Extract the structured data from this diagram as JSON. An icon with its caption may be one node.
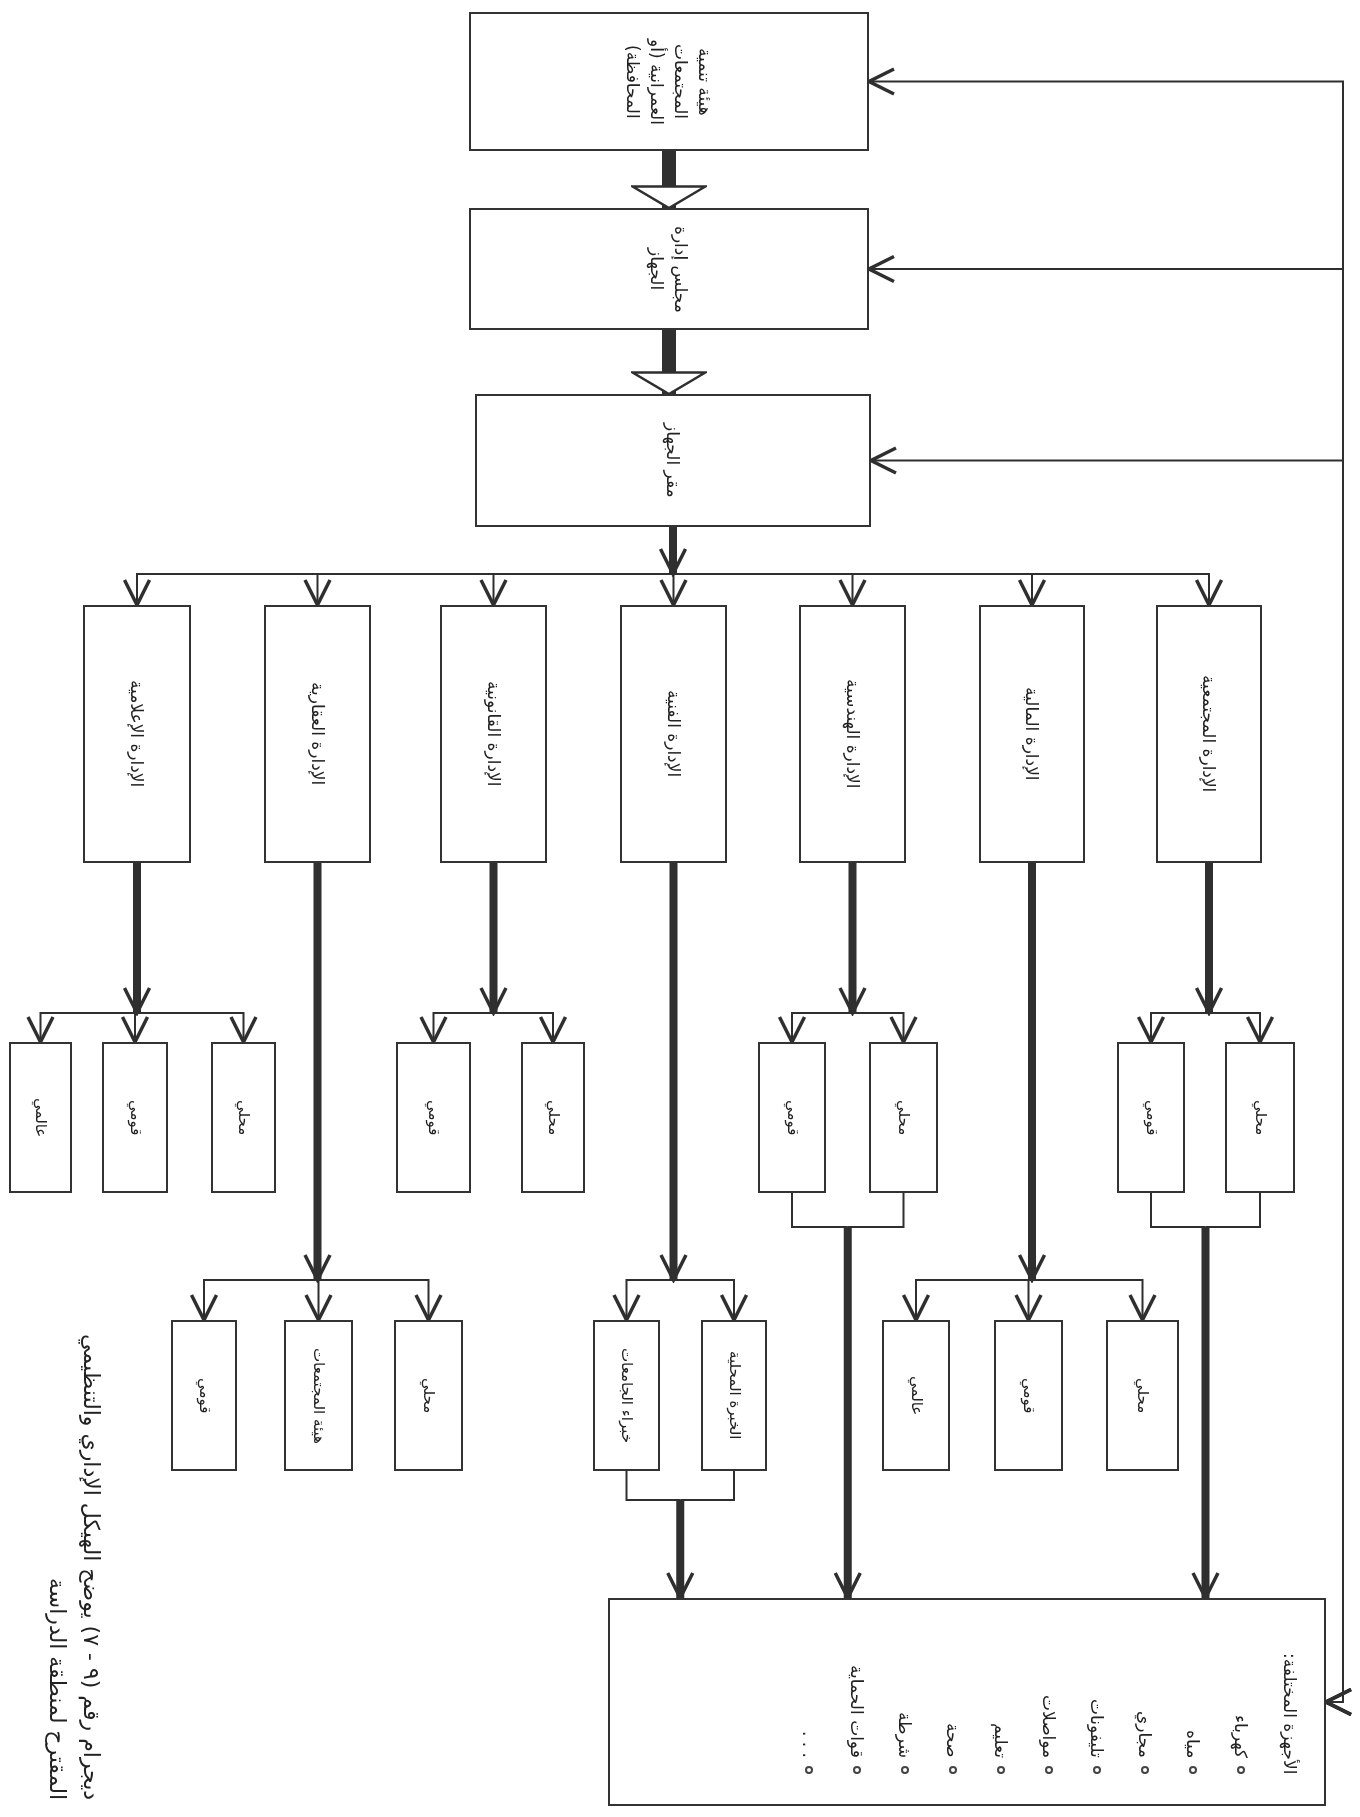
{
  "diagram": {
    "caption": "ديجرام رقم (٩ - ٧) يوضح الهيكل الإداري والتنظيمي المقترح لمنطقة الدراسة",
    "nodes": [
      {
        "text": [
          "هيئة تنمية المجتمعات العمرانية (أو المحافظة)"
        ]
      },
      {
        "text": [
          "مجلس إدارة الجهاز"
        ]
      },
      {
        "text": [
          "مقر الجهاز"
        ]
      },
      {
        "text": [
          "الإدارة الإعلامية"
        ]
      },
      {
        "text": [
          "الإدارة العقارية"
        ]
      },
      {
        "text": [
          "الإدارة القانونية"
        ]
      },
      {
        "text": [
          "الإدارة الفنية"
        ]
      },
      {
        "text": [
          "الإدارة الهندسية"
        ]
      },
      {
        "text": [
          "الإدارة المالية"
        ]
      },
      {
        "text": [
          "الإدارة المجتمعية"
        ]
      },
      {
        "text": [
          "عالمي"
        ]
      },
      {
        "text": [
          "قومي"
        ]
      },
      {
        "text": [
          "محلي"
        ]
      },
      {
        "text": [
          "قومي"
        ]
      },
      {
        "text": [
          "هيئة المجتمعات"
        ]
      },
      {
        "text": [
          "محلي"
        ]
      },
      {
        "text": [
          "قومي"
        ]
      },
      {
        "text": [
          "محلي"
        ]
      },
      {
        "text": [
          "خبراء الجامعات"
        ]
      },
      {
        "text": [
          "الخبرة المحلية"
        ]
      },
      {
        "text": [
          "قومي"
        ]
      },
      {
        "text": [
          "محلي"
        ]
      },
      {
        "text": [
          "عالمي"
        ]
      },
      {
        "text": [
          "قومي"
        ]
      },
      {
        "text": [
          "محلي"
        ]
      },
      {
        "text": [
          "قومي"
        ]
      },
      {
        "text": [
          "محلي"
        ]
      },
      {
        "text": [
          "الأجهزة المختلفة:",
          "كهرباء",
          "مياه",
          "مجاري",
          "تليفونات",
          "مواصلات",
          "تعليم",
          "صحة",
          "شرطة",
          "قوات الحماية",
          ". . ."
        ]
      }
    ],
    "edges": [
      {
        "from": 0,
        "to": 1,
        "arrow": "to"
      },
      {
        "from": 1,
        "to": 2,
        "arrow": "to"
      },
      {
        "from": 2,
        "to": 3,
        "arrow": "to"
      },
      {
        "from": 2,
        "to": 4,
        "arrow": "to"
      },
      {
        "from": 2,
        "to": 5,
        "arrow": "to"
      },
      {
        "from": 2,
        "to": 6,
        "arrow": "to"
      },
      {
        "from": 2,
        "to": 7,
        "arrow": "to"
      },
      {
        "from": 2,
        "to": 8,
        "arrow": "to"
      },
      {
        "from": 2,
        "to": 9,
        "arrow": "to"
      },
      {
        "from": 3,
        "to": 10,
        "arrow": "to"
      },
      {
        "from": 3,
        "to": 11,
        "arrow": "to"
      },
      {
        "from": 3,
        "to": 12,
        "arrow": "to"
      },
      {
        "from": 4,
        "to": 13,
        "arrow": "to"
      },
      {
        "from": 4,
        "to": 14,
        "arrow": "to"
      },
      {
        "from": 4,
        "to": 15,
        "arrow": "to"
      },
      {
        "from": 5,
        "to": 16,
        "arrow": "to"
      },
      {
        "from": 5,
        "to": 17,
        "arrow": "to"
      },
      {
        "from": 6,
        "to": 18,
        "arrow": "to"
      },
      {
        "from": 6,
        "to": 19,
        "arrow": "to"
      },
      {
        "from": 7,
        "to": 20,
        "arrow": "to"
      },
      {
        "from": 7,
        "to": 21,
        "arrow": "to"
      },
      {
        "from": 8,
        "to": 22,
        "arrow": "to"
      },
      {
        "from": 8,
        "to": 23,
        "arrow": "to"
      },
      {
        "from": 8,
        "to": 24,
        "arrow": "to"
      },
      {
        "from": 9,
        "to": 25,
        "arrow": "to"
      },
      {
        "from": 9,
        "to": 26,
        "arrow": "to"
      },
      {
        "from": 18,
        "to": 27,
        "arrow": "to"
      },
      {
        "from": 19,
        "to": 27,
        "arrow": "to"
      },
      {
        "from": 20,
        "to": 27,
        "arrow": "to"
      },
      {
        "from": 21,
        "to": 27,
        "arrow": "to"
      },
      {
        "from": 25,
        "to": 27,
        "arrow": "to"
      },
      {
        "from": 26,
        "to": 27,
        "arrow": "to"
      },
      {
        "from": 27,
        "to": 0,
        "arrow": "both"
      },
      {
        "from": 27,
        "to": 1,
        "arrow": "both"
      },
      {
        "from": 27,
        "to": 2,
        "arrow": "both"
      }
    ]
  }
}
